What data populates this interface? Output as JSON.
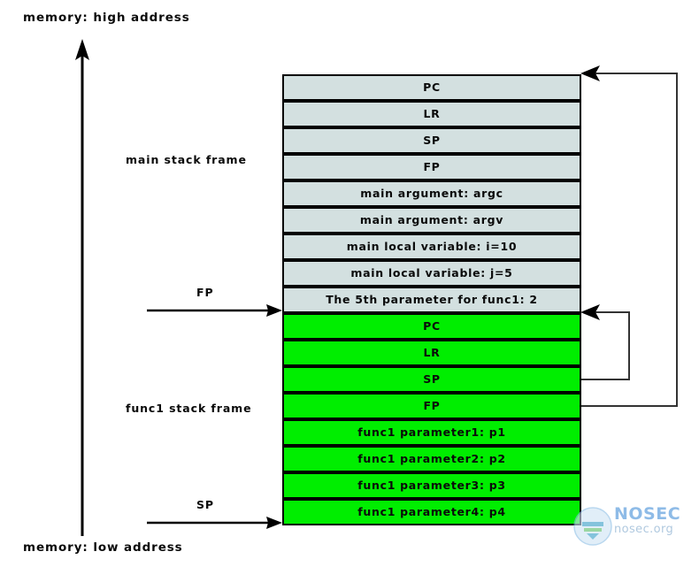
{
  "diagram": {
    "title_high": "memory: high address",
    "title_low": "memory: low address",
    "axis_arrow_direction": "up",
    "colors": {
      "main_frame_fill": "#d3e0e0",
      "func1_frame_fill": "#00ee00",
      "stroke": "#000000",
      "background": "#ffffff",
      "watermark_blue": "#4a93d9"
    }
  },
  "side_labels": {
    "main_frame": "main stack frame",
    "func1_frame": "func1 stack frame"
  },
  "pointers": [
    {
      "name": "FP",
      "label": "FP",
      "target_row_index": 8
    },
    {
      "name": "SP",
      "label": "SP",
      "target_row_index": 16
    }
  ],
  "stack": {
    "rows": [
      {
        "label": "PC",
        "frame": "main"
      },
      {
        "label": "LR",
        "frame": "main"
      },
      {
        "label": "SP",
        "frame": "main"
      },
      {
        "label": "FP",
        "frame": "main"
      },
      {
        "label": "main argument:  argc",
        "frame": "main"
      },
      {
        "label": "main argument:  argv",
        "frame": "main"
      },
      {
        "label": "main local variable: i=10",
        "frame": "main"
      },
      {
        "label": "main local variable:  j=5",
        "frame": "main"
      },
      {
        "label": "The 5th parameter for func1: 2",
        "frame": "main"
      },
      {
        "label": "PC",
        "frame": "func1"
      },
      {
        "label": "LR",
        "frame": "func1"
      },
      {
        "label": "SP",
        "frame": "func1"
      },
      {
        "label": "FP",
        "frame": "func1"
      },
      {
        "label": "func1 parameter1: p1",
        "frame": "func1"
      },
      {
        "label": "func1 parameter2: p2",
        "frame": "func1"
      },
      {
        "label": "func1 parameter3: p3",
        "frame": "func1"
      },
      {
        "label": "func1 parameter4: p4",
        "frame": "func1"
      }
    ]
  },
  "connectors": [
    {
      "name": "func1-fp-to-main-frame-base",
      "from_row_index": 12,
      "to_row_index": 0,
      "description": "saved FP in func1 frame points back to top of main stack frame"
    },
    {
      "name": "func1-sp-to-func1-frame-top",
      "from_row_index": 11,
      "to_row_index": 9,
      "description": "saved SP in func1 frame points to top of func1 stack frame"
    }
  ],
  "watermark": {
    "title": "NOSEC",
    "subtitle": "nosec.org"
  }
}
